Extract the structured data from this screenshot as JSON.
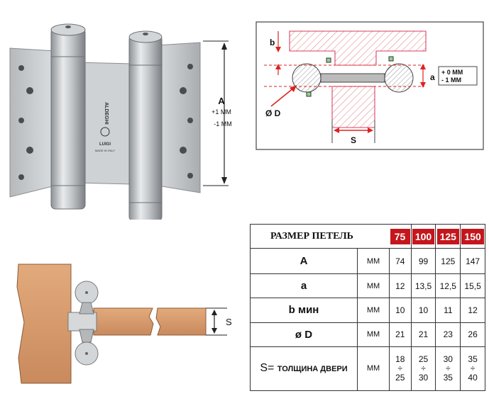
{
  "hinge": {
    "dim_a_label": "A",
    "dim_a_plus": "+1 MM",
    "dim_a_minus": "-1 MM",
    "diameter_label": "Ø D",
    "brand_top": "ALDEGHI",
    "brand_bottom": "LUIGI",
    "made_in": "MADE IN ITALY"
  },
  "cross_section": {
    "b_label": "b",
    "a_label": "a",
    "tol_plus": "+ 0  MM",
    "tol_minus": "- 1  MM",
    "diameter_label": "Ø D",
    "s_label": "S"
  },
  "door": {
    "s_label": "S"
  },
  "table": {
    "title": "РАЗМЕР ПЕТЕЛЬ",
    "sizes": [
      "75",
      "100",
      "125",
      "150"
    ],
    "rows": [
      {
        "param": "A",
        "unit": "MM",
        "values": [
          "74",
          "99",
          "125",
          "147"
        ]
      },
      {
        "param": "a",
        "unit": "MM",
        "values": [
          "12",
          "13,5",
          "12,5",
          "15,5"
        ]
      },
      {
        "param": "b мин",
        "unit": "MM",
        "values": [
          "10",
          "10",
          "11",
          "12"
        ]
      },
      {
        "param": "ø D",
        "unit": "MM",
        "values": [
          "21",
          "21",
          "23",
          "26"
        ]
      }
    ],
    "thickness": {
      "param": "S=",
      "param_text": "ТОЛЩИНА ДВЕРИ",
      "unit": "MM",
      "ranges": [
        [
          "18",
          "÷",
          "25"
        ],
        [
          "25",
          "÷",
          "30"
        ],
        [
          "30",
          "÷",
          "35"
        ],
        [
          "35",
          "÷",
          "40"
        ]
      ]
    },
    "badge_color": "#c4161c"
  }
}
